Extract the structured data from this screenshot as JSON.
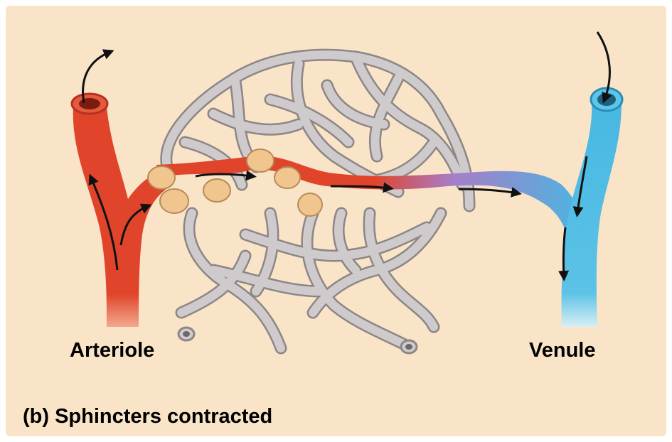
{
  "labels": {
    "arteriole": "Arteriole",
    "venule": "Venule"
  },
  "caption": "(b) Sphincters contracted",
  "colors": {
    "background": "#f9e4c8",
    "arteriole": "#e0442a",
    "venule": "#47b8e2",
    "capillary_bed": "#c9c4c5",
    "sphincter": "#f1c58e",
    "arrow": "#111111"
  }
}
